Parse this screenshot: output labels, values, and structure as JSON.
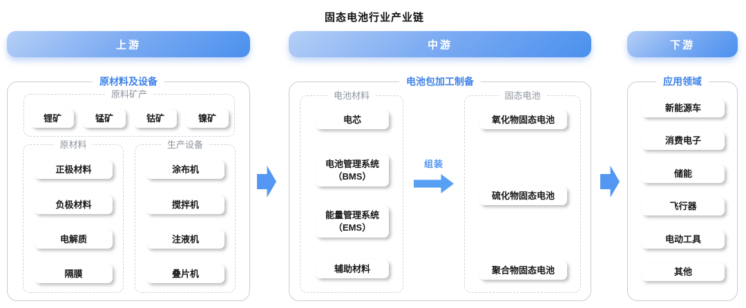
{
  "title": "固态电池行业产业链",
  "colors": {
    "banner_gradient_light": "#b5cff7",
    "banner_gradient_dark": "#4a90ee",
    "accent_blue_label": "#3d82e8",
    "arrow_blue": "#5397f2",
    "group_label_gray": "#8d939d",
    "box_border_gray": "#c7cbd1",
    "chip_text": "#161616"
  },
  "upstream": {
    "banner": "上游",
    "label": "原材料及设备",
    "minerals": {
      "label": "原料矿产",
      "items": [
        "锂矿",
        "锰矿",
        "钴矿",
        "镍矿"
      ]
    },
    "raw_materials": {
      "label": "原材料",
      "items": [
        "正极材料",
        "负极材料",
        "电解质",
        "隔膜"
      ]
    },
    "equipment": {
      "label": "生产设备",
      "items": [
        "涂布机",
        "搅拌机",
        "注液机",
        "叠片机"
      ]
    }
  },
  "midstream": {
    "banner": "中游",
    "label": "电池包加工制备",
    "battery_materials": {
      "label": "电池材料",
      "cell": "电芯",
      "bms": {
        "line1": "电池管理系统",
        "line2": "（BMS）"
      },
      "ems": {
        "line1": "能量管理系统",
        "line2": "（EMS）"
      },
      "auxiliary": "辅助材料"
    },
    "assembly_label": "组装",
    "solid_state": {
      "label": "固态电池",
      "items": [
        "氧化物固态电池",
        "硫化物固态电池",
        "聚合物固态电池"
      ]
    }
  },
  "downstream": {
    "banner": "下游",
    "label": "应用领域",
    "items": [
      "新能源车",
      "消费电子",
      "储能",
      "飞行器",
      "电动工具",
      "其他"
    ]
  }
}
